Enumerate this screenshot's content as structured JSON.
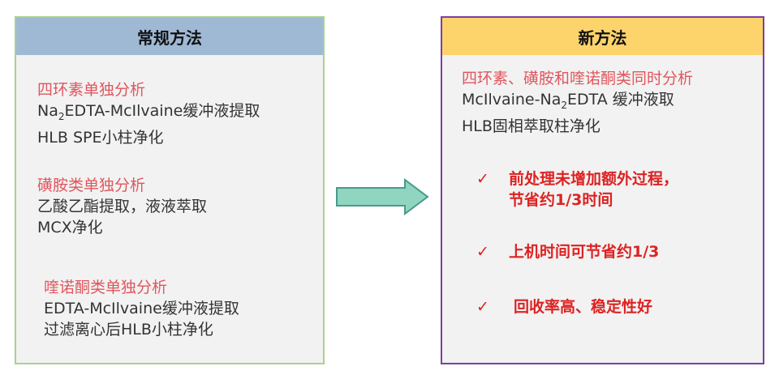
{
  "conventional": {
    "title": "常规方法",
    "sections": [
      {
        "heading": "四环素单独分析",
        "line1_pre": "Na",
        "line1_sub": "2",
        "line1_post": "EDTA-McIlvaine缓冲液提取",
        "line2": "HLB SPE小柱净化"
      },
      {
        "heading": "磺胺类单独分析",
        "line1": "乙酸乙酯提取，液液萃取",
        "line2": "MCX净化"
      },
      {
        "heading": "喹诺酮类单独分析",
        "line1": "EDTA-McIlvaine缓冲液提取",
        "line2": "过滤离心后HLB小柱净化"
      }
    ]
  },
  "new_method": {
    "title": "新方法",
    "heading": "四环素、磺胺和喹诺酮类同时分析",
    "line1_pre": "McIlvaine-Na",
    "line1_sub": "2",
    "line1_post": "EDTA 缓冲液取",
    "line2": "HLB固相萃取柱净化",
    "benefits": [
      {
        "mark": "✓",
        "line1": "前处理未增加额外过程，",
        "line2": "节省约1/3时间"
      },
      {
        "mark": "✓",
        "line1": "上机时间可节省约1/3"
      },
      {
        "mark": "✓",
        "line1": "回收率高、稳定性好"
      }
    ]
  },
  "colors": {
    "left_header": "#9fb9d5",
    "left_border": "#a9d18e",
    "right_header": "#fcd46b",
    "right_border": "#7b3fa6",
    "arrow": "#8fd5c0",
    "red": "#e0565e"
  }
}
